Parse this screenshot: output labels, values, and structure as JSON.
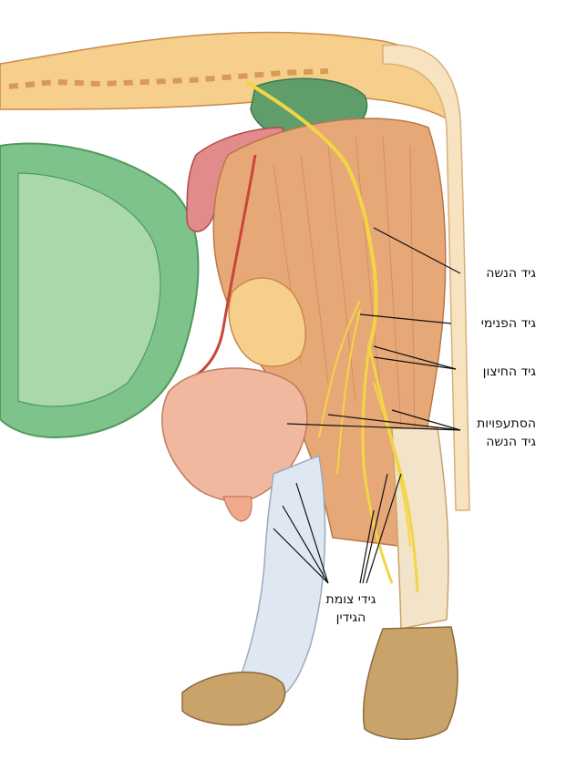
{
  "labels": {
    "sciatic_nerve": "גיד הנשה",
    "tibial_nerve": "גיד הפנימי",
    "peroneal_nerve": "גיד החיצון",
    "branches_line1": "הסתעפויות",
    "branches_line2": "גיד הנשה",
    "plexus_line1": "גידי צומת",
    "plexus_line2": "הגידין"
  },
  "colors": {
    "nerve": "#f2d545",
    "muscle": "#e7a878",
    "bone": "#f6cf8c",
    "organ_green": "#7fc38c",
    "vessel": "#c8453a",
    "udder": "#f0b89f",
    "tendon": "#dfe7f2",
    "hoof": "#c9a36a",
    "leader_line": "#111111"
  }
}
